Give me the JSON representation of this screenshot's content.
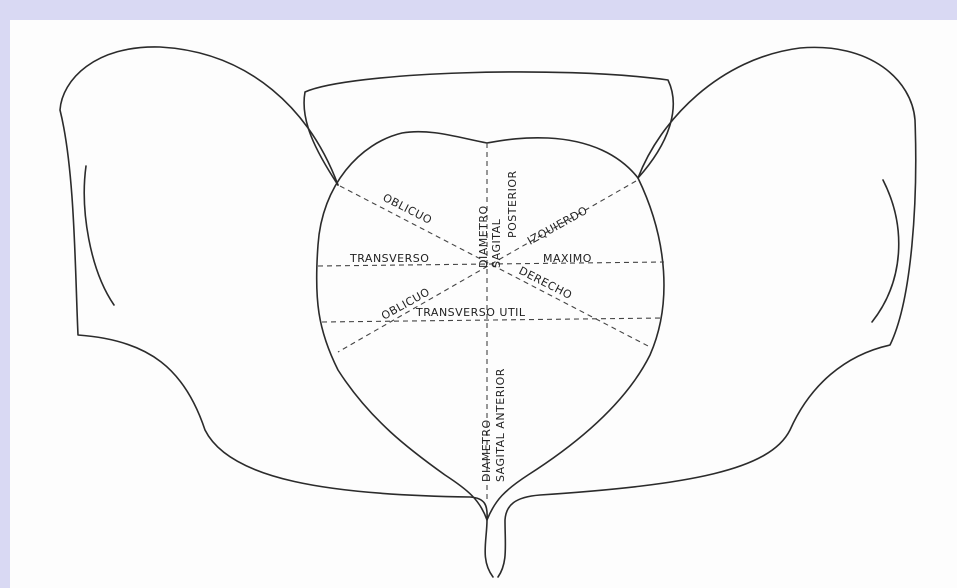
{
  "colors": {
    "background": "#d9d9f3",
    "paper": "#fdfdfd",
    "ink": "#2b2b2b"
  },
  "labels": {
    "oblicuo_izq_top": "OBLICUO",
    "izquierdo": "IZQUIERDO",
    "transverso": "TRANSVERSO",
    "maximo": "MAXIMO",
    "oblicuo_der_bottom": "OBLICUO",
    "derecho": "DERECHO",
    "transverso_util": "TRANSVERSO UTIL",
    "diametro_top": "DIAMETRO",
    "sagital_top": "SAGITAL",
    "posterior": "POSTERIOR",
    "diametro_bottom": "DIAMETRO",
    "sagital_anterior": "SAGITAL ANTERIOR"
  }
}
